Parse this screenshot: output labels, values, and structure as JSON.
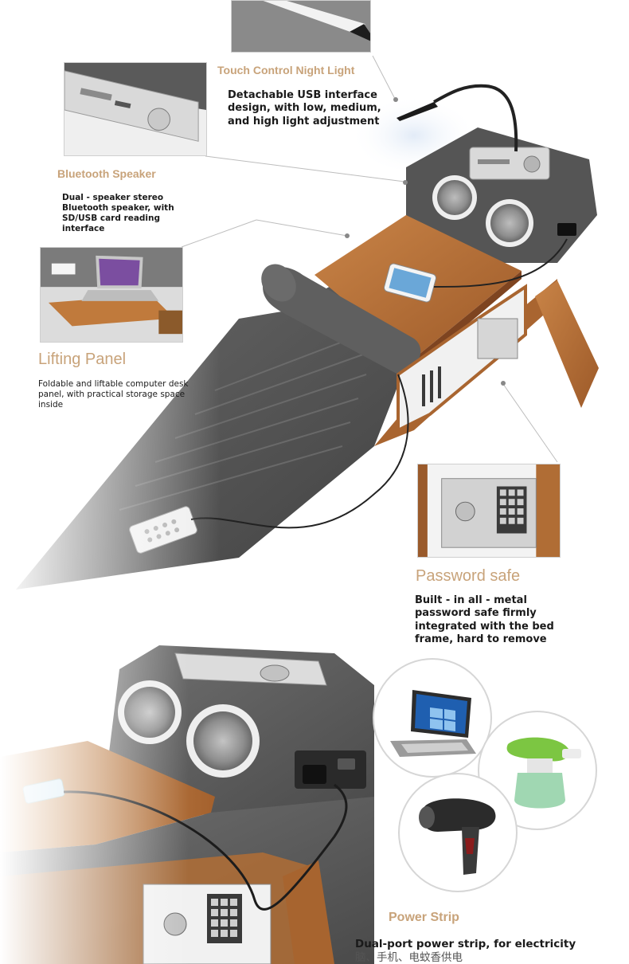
{
  "features": {
    "night_light": {
      "title": "Touch Control Night Light",
      "desc_lines": [
        "Detachable USB interface",
        "design, with low, medium,",
        "and high light adjustment"
      ]
    },
    "bluetooth_speaker": {
      "title": "Bluetooth Speaker",
      "desc_lines": [
        "Dual - speaker stereo",
        "Bluetooth speaker, with",
        "SD/USB card reading",
        "interface"
      ]
    },
    "lifting_panel": {
      "title": "Lifting Panel",
      "desc_lines": [
        "Foldable and liftable computer desk",
        "panel, with practical storage space",
        "inside"
      ]
    },
    "password_safe": {
      "title": "Password safe",
      "desc_lines": [
        "Built - in all - metal",
        "password safe firmly",
        "integrated with the bed",
        "frame, hard to remove"
      ]
    },
    "power_strip": {
      "title": "Power Strip",
      "desc_line1": "Dual-port power strip, for electricity",
      "desc_line2": "脑、手机、电蚊香供电"
    }
  },
  "colors": {
    "title_gold": "#c8a37a",
    "fabric_gray": "#5b5b5b",
    "wood": "#b86f35",
    "leader_line": "#bdbdbd"
  }
}
